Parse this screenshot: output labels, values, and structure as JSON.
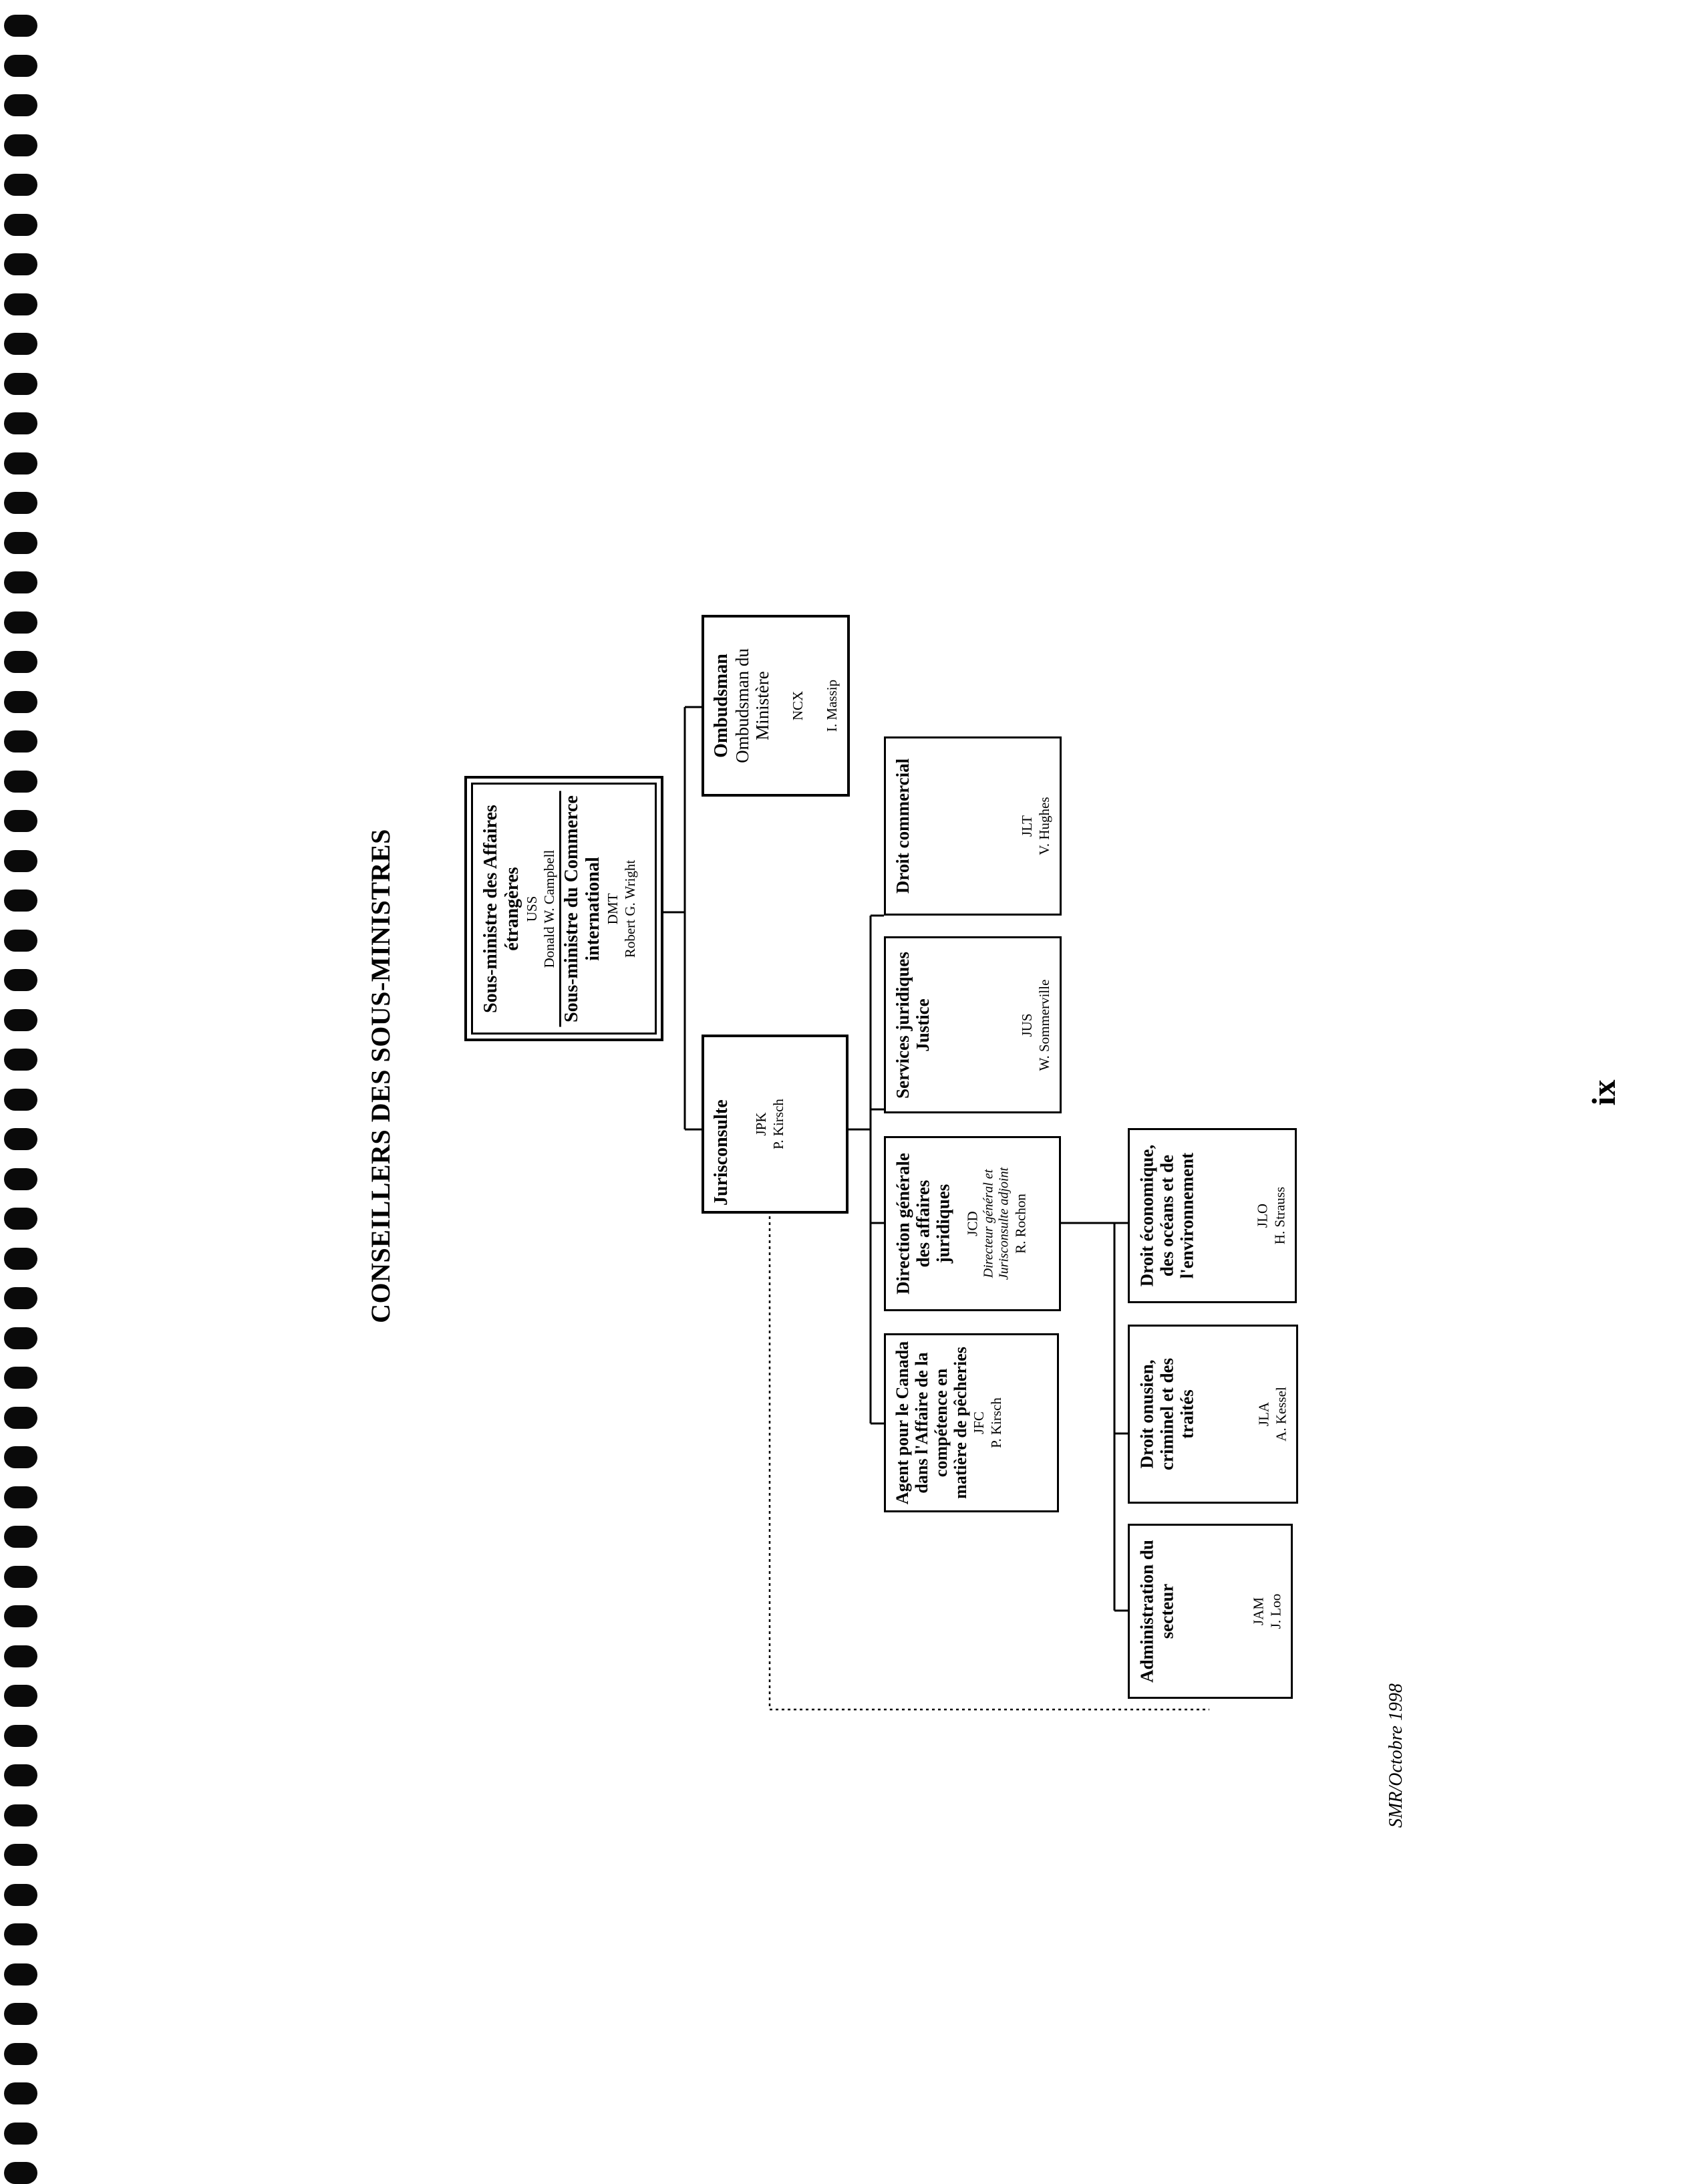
{
  "page": {
    "title": "CONSEILLERS DES SOUS-MINISTRES",
    "footer": "SMR/Octobre 1998",
    "page_number": "ix"
  },
  "org": {
    "top": {
      "title_1": "Sous-ministre des Affaires étrangères",
      "code_1": "USS",
      "name_1": "Donald W. Campbell",
      "title_2": "Sous-ministre du Commerce international",
      "code_2": "DMT",
      "name_2": "Robert G. Wright"
    },
    "ombudsman": {
      "title": "Ombudsman",
      "subtitle": "Ombudsman du Ministère",
      "code": "NCX",
      "name": "I. Massip"
    },
    "jurisconsulte": {
      "title": "Jurisconsulte",
      "code": "JPK",
      "name": "P. Kirsch"
    },
    "droit_commercial": {
      "title": "Droit commercial",
      "code": "JLT",
      "name": "V. Hughes"
    },
    "services_juridiques": {
      "title": "Services juridiques Justice",
      "code": "JUS",
      "name": "W. Sommerville"
    },
    "direction_generale": {
      "title": "Direction générale des affaires juridiques",
      "code": "JCD",
      "role": "Directeur général et Jurisconsulte adjoint",
      "name": "R. Rochon"
    },
    "agent_canada": {
      "title": "Agent pour le Canada dans l'Affaire de la compétence en matière de pêcheries",
      "code": "JFC",
      "name": "P. Kirsch"
    },
    "droit_economique": {
      "title": "Droit économique, des océans et de l'environnement",
      "code": "JLO",
      "name": "H. Strauss"
    },
    "droit_onusien": {
      "title": "Droit onusien, criminel et des traités",
      "code": "JLA",
      "name": "A. Kessel"
    },
    "administration": {
      "title": "Administration du secteur",
      "code": "JAM",
      "name": "J. Loo"
    }
  }
}
